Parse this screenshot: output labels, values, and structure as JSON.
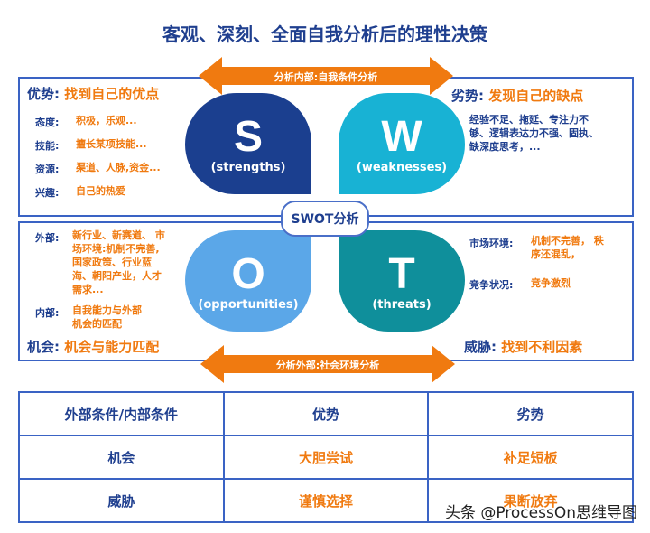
{
  "title": "客观、深刻、全面自我分析后的理性决策",
  "top_arrow": "分析内部:自我条件分析",
  "bottom_arrow": "分析外部:社会环境分析",
  "center": "SWOT分析",
  "quadrants": {
    "s": {
      "letter": "S",
      "word": "(strengths)"
    },
    "w": {
      "letter": "W",
      "word": "(weaknesses)"
    },
    "o": {
      "letter": "O",
      "word": "(opportunities)"
    },
    "t": {
      "letter": "T",
      "word": "(threats)"
    }
  },
  "strengths": {
    "heading_key": "优势:",
    "heading_val": "找到自己的优点",
    "rows": [
      {
        "label": "态度:",
        "value": "积极，乐观..."
      },
      {
        "label": "技能:",
        "value": "擅长某项技能..."
      },
      {
        "label": "资源:",
        "value": "渠道、人脉,资金..."
      },
      {
        "label": "兴趣:",
        "value": "自己的热爱"
      }
    ]
  },
  "weaknesses": {
    "heading_key": "劣势:",
    "heading_val": "发现自己的缺点",
    "lines": [
      "经验不足、拖延、专注力不",
      "够、逻辑表达力不强、固执、",
      "缺深度思考，..."
    ]
  },
  "opportunities": {
    "external_label": "外部:",
    "external_lines": [
      "新行业、新赛道、 市",
      "场环境:机制不完善,",
      "国家政策、行业蓝",
      "海、朝阳产业，人才",
      "需求..."
    ],
    "internal_label": "内部:",
    "internal_lines": [
      "自我能力与外部",
      "机会的匹配"
    ],
    "heading_key": "机会:",
    "heading_val": "机会与能力匹配"
  },
  "threats": {
    "market_label": "市场环境:",
    "market_lines": [
      "机制不完善， 秩",
      "序还混乱，"
    ],
    "competition_label": "竞争状况:",
    "competition_value": "竞争激烈",
    "heading_key": "威胁:",
    "heading_val": "找到不利因素"
  },
  "matrix": {
    "header": [
      "外部条件/内部条件",
      "优势",
      "劣势"
    ],
    "rows": [
      [
        "机会",
        "大胆尝试",
        "补足短板"
      ],
      [
        "威胁",
        "谨慎选择",
        "果断放弃"
      ]
    ]
  },
  "watermark": "头条 @ProcessOn思维导图",
  "colors": {
    "navy": "#1b3f8f",
    "cyan": "#18b2d4",
    "lightblue": "#5ba7e8",
    "teal": "#0f8f9b",
    "orange": "#f07a10"
  }
}
